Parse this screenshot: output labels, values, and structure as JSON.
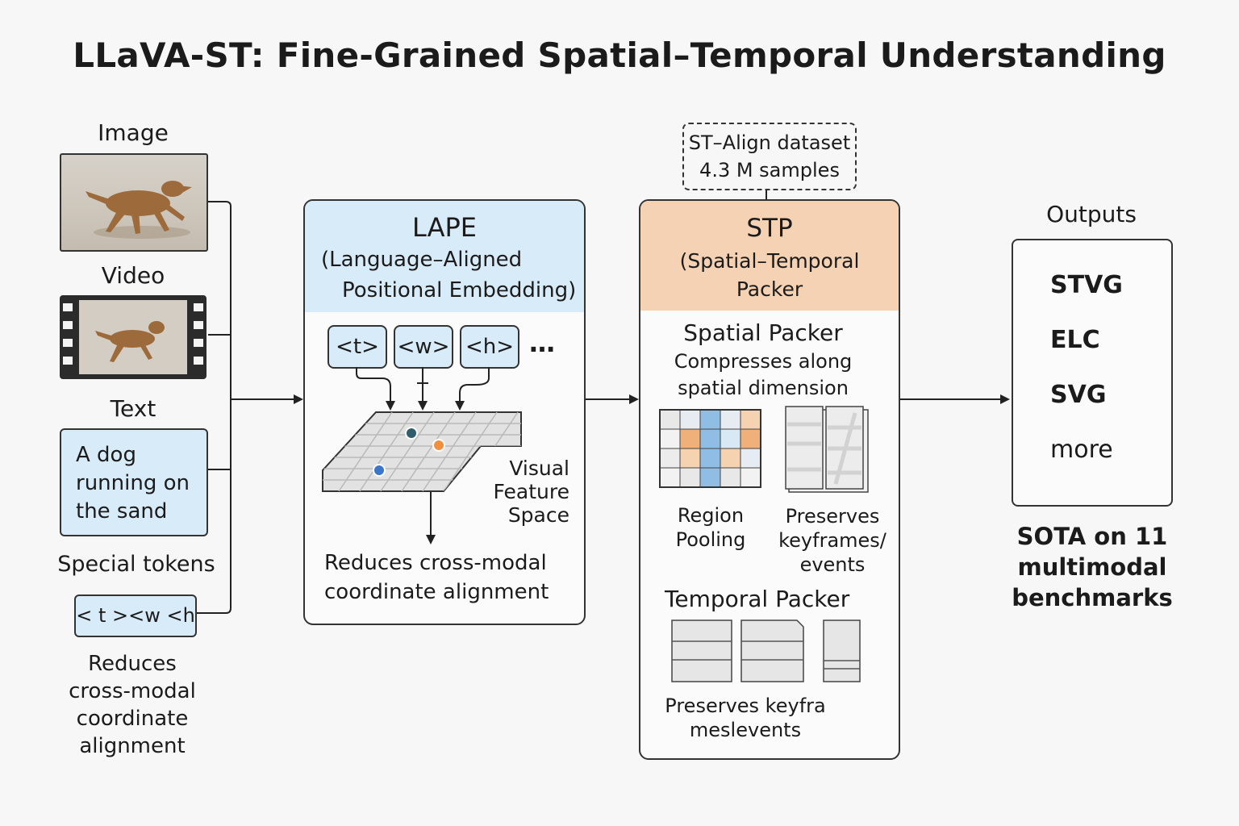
{
  "title": "LLaVA-ST: Fine-Grained Spatial–Temporal Understanding",
  "inputs": {
    "image_label": "Image",
    "video_label": "Video",
    "text_label": "Text",
    "text_content": "A dog running on the sand",
    "special_tokens_label": "Special tokens",
    "special_tokens_value": "< t ><w <h",
    "caption": "Reduces cross-modal coordinate alignment"
  },
  "lape": {
    "title": "LAPE",
    "subtitle_line1": "(Language–Aligned",
    "subtitle_line2": "Positional Embedding)",
    "tokens": [
      "<t>",
      "<w>",
      "<h>"
    ],
    "ellipsis": "…",
    "space_label": "Visual Feature Space",
    "caption": "Reduces cross-modal coordinate alignment",
    "dot_colors": [
      "#2e5f6b",
      "#ef8f3f",
      "#3a77c9"
    ]
  },
  "dataset": {
    "name": "ST–Align dataset",
    "size": "4.3 M samples"
  },
  "stp": {
    "title": "STP",
    "subtitle_line1": "(Spatial–Temporal",
    "subtitle_line2": "Packer",
    "spatial_title": "Spatial Packer",
    "spatial_desc": "Compresses along spatial dimension",
    "region_label": "Region Pooling",
    "preserve_label": "Preserves keyframes/ events",
    "temporal_title": "Temporal Packer",
    "temporal_caption": "Preserves keyframeslevents",
    "header_color": "#f4d2b3"
  },
  "outputs": {
    "label": "Outputs",
    "items": [
      "STVG",
      "ELC",
      "SVG",
      "more"
    ],
    "sota": "SOTA on 11 multimodal benchmarks"
  }
}
